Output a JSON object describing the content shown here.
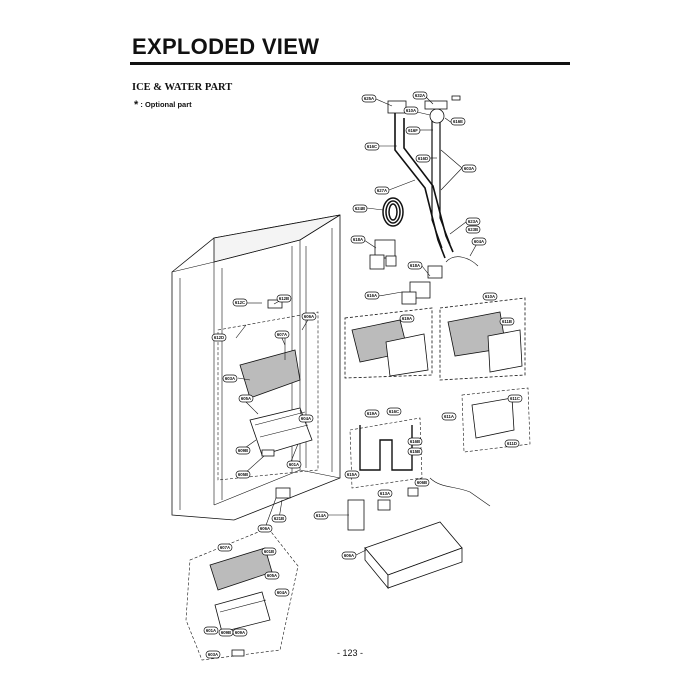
{
  "header": {
    "title": "EXPLODED VIEW",
    "section": "ICE & WATER PART",
    "optional_mark": "*",
    "optional_text": ": Optional part"
  },
  "footer": {
    "page_number": "- 123 -"
  },
  "callouts": {
    "c625A": "625A",
    "c632A": "632A",
    "c610A_top": "610A",
    "c616E": "616E",
    "c616F": "616F",
    "c616C": "616C",
    "c616D": "616D",
    "c603A_top": "603A",
    "c627A": "627A",
    "c624B": "624B",
    "c623A": "623A",
    "c623B": "623B",
    "c618A_a": "618A",
    "c604A_right": "604A",
    "c618A_b": "618A",
    "c619A": "619A",
    "c616A": "616A",
    "c610A_right": "610A",
    "c612C": "612C",
    "c612B": "612B",
    "c612D": "612D",
    "c607A": "607A",
    "c606A": "606A",
    "c603A_left": "603A",
    "c605A": "605A",
    "c604A_left": "604A",
    "c609B": "609B",
    "c601A": "601A",
    "c605B": "605B",
    "c619A_mid": "619A",
    "c611B": "611B",
    "c611A": "611A",
    "c611C": "611C",
    "c611D": "611D",
    "c616B": "616B",
    "c615A": "615A",
    "c616_mid": "616C",
    "c615B": "615B",
    "c613A": "613A",
    "c614A": "614A",
    "c606B": "606B",
    "c621B": "621B",
    "c606A_low": "606A",
    "c607A_low": "607A",
    "c601B_low": "601B",
    "c605A_low": "605A",
    "c604A_low": "604A",
    "c601A_low": "601A",
    "c609B_low": "609B",
    "c609A_low": "609A",
    "c603A_low": "603A"
  }
}
